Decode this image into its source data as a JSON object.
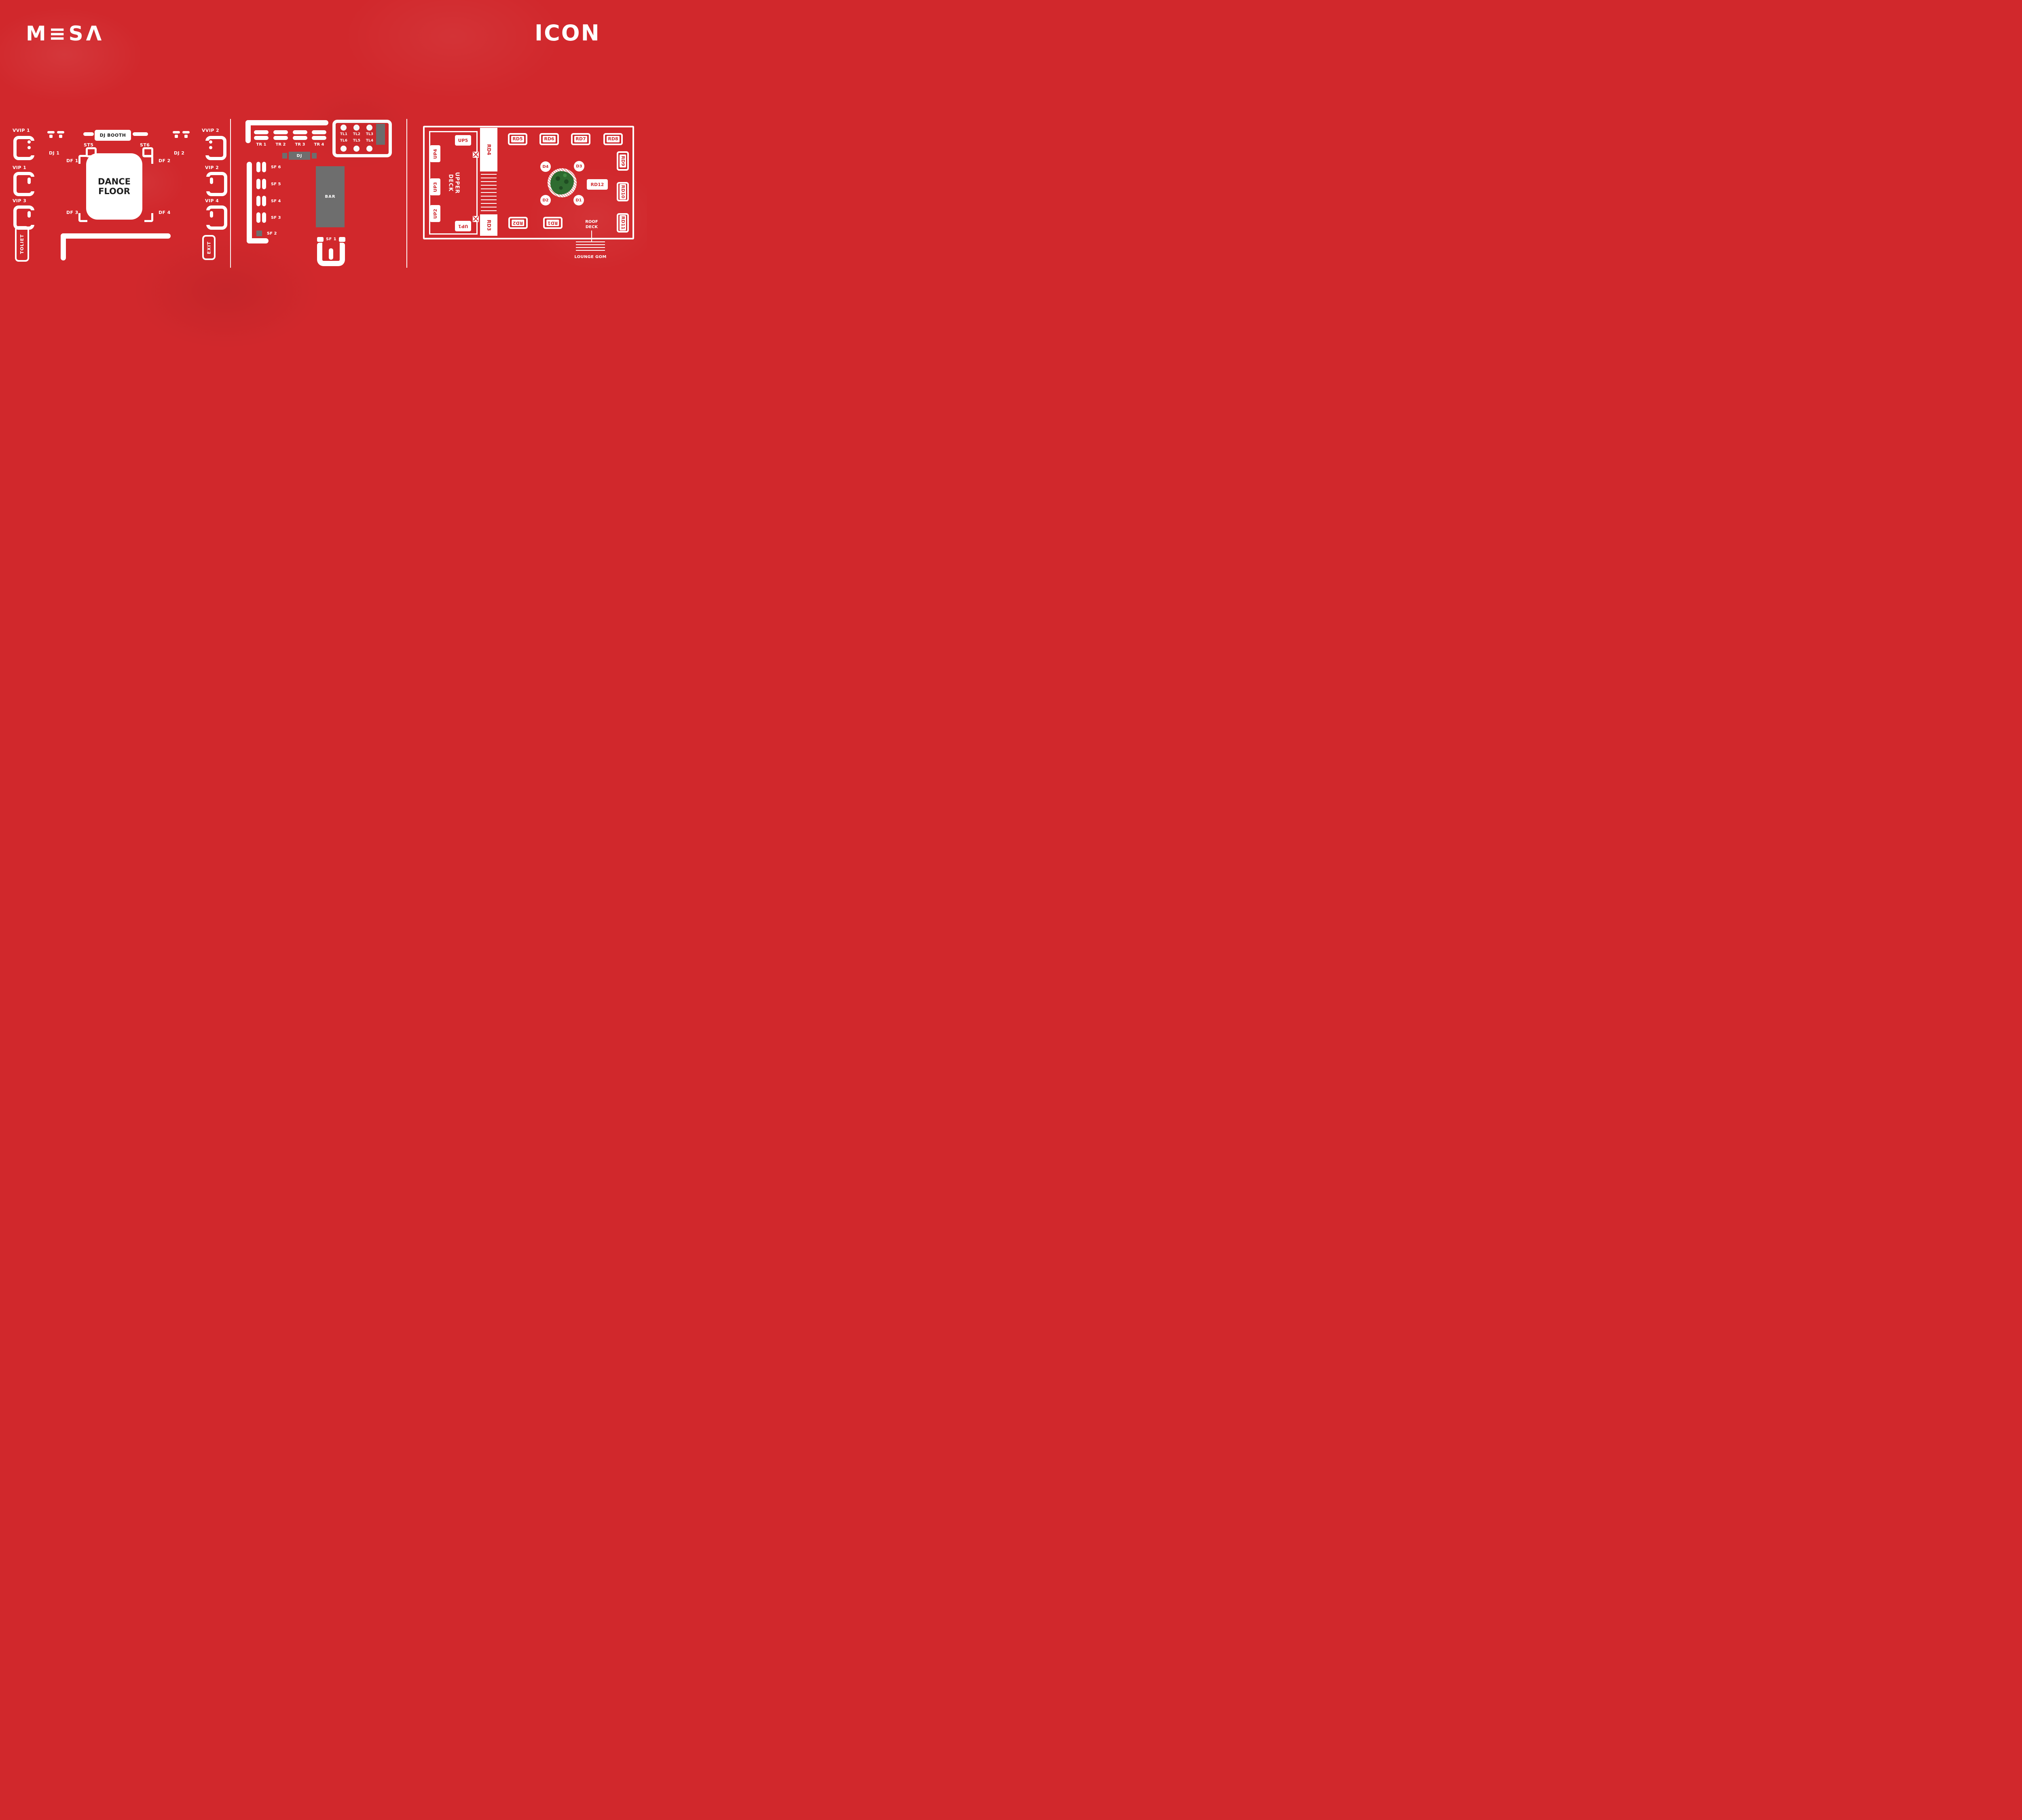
{
  "logos": {
    "mesa": "M≡SΛ",
    "icon": "ICON"
  },
  "colors": {
    "background": "#d1282c",
    "line_white": "#ffffff",
    "furniture_gray": "#6e6e6e",
    "tag_red": "#cf2b2f",
    "text_dark": "#1b1b1b",
    "tree_green": "#2e6b2f"
  },
  "dance_room": {
    "vvip1": "VVIP 1",
    "vvip2": "VVIP 2",
    "vip1": "VIP 1",
    "vip2": "VIP 2",
    "vip3": "VIP 3",
    "vip4": "VIP 4",
    "dj1": "DJ 1",
    "dj2": "DJ 2",
    "dj_booth": "DJ BOOTH",
    "st5": "ST5",
    "st6": "ST6",
    "df1": "DF 1",
    "df2": "DF 2",
    "df3": "DF 3",
    "df4": "DF 4",
    "dance_floor": "DANCE FLOOR",
    "toilet": "TOLIET",
    "exit": "EXIT"
  },
  "bar_room": {
    "tr": [
      "TR 1",
      "TR 2",
      "TR 3",
      "TR 4"
    ],
    "tl_row1": [
      "TL1",
      "TL2",
      "TL3"
    ],
    "tl_row2": [
      "TL6",
      "TL5",
      "TL4"
    ],
    "dj": "DJ",
    "bar": "BAR",
    "sf": [
      "SF 6",
      "SF 5",
      "SF 4",
      "SF 3",
      "SF 2"
    ],
    "sf1": "SF 1"
  },
  "roof_deck": {
    "up5": "UP5",
    "up4": "UP4",
    "up3": "UP3",
    "up2": "UP2",
    "up1": "UP1",
    "upper_deck": "UPPER DECK",
    "rd_top": [
      "RD5",
      "RD6",
      "RD7",
      "RD8"
    ],
    "rd_side": [
      "RD9",
      "RD10",
      "RD11"
    ],
    "rd12": "RD12",
    "rd4": "RD4",
    "rd3": "RD3",
    "rd2": "RD2",
    "rd1": "RD1",
    "d4": "D4",
    "d3": "D3",
    "d2": "D2",
    "d1": "D1",
    "roof_deck_label": "ROOF DECK",
    "lounge_gom": "LOUNGE GOM"
  }
}
